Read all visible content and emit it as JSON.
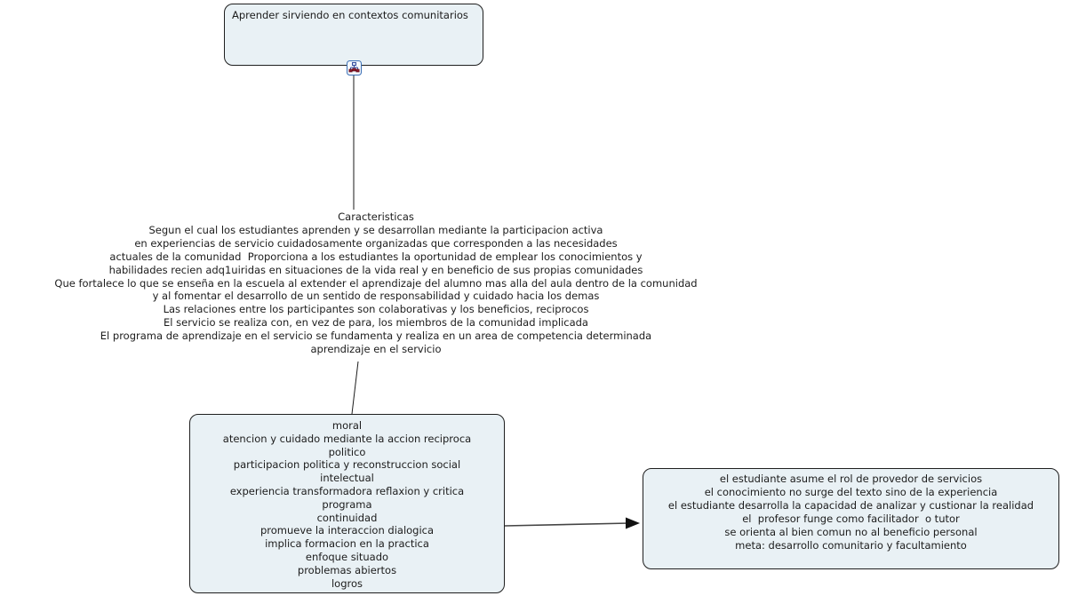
{
  "concept_map": {
    "root_concept": {
      "label": "Aprender sirviendo en contextos comunitarios"
    },
    "children_icon": {
      "name": "linked-cmap-icon"
    },
    "linking_phrase": {
      "lines": [
        "Caracteristicas",
        "Segun el cual los estudiantes aprenden y se desarrollan mediante la participacion activa",
        "en experiencias de servicio cuidadosamente organizadas que corresponden a las necesidades",
        "actuales de la comunidad  Proporciona a los estudiantes la oportunidad de emplear los conocimientos y",
        "habilidades recien adq1uiridas en situaciones de la vida real y en beneficio de sus propias comunidades",
        "Que fortalece lo que se enseña en la escuela al extender el aprendizaje del alumno mas alla del aula dentro de la comunidad",
        "y al fomentar el desarrollo de un sentido de responsabilidad y cuidado hacia los demas",
        "Las relaciones entre los participantes son colaborativas y los beneficios, reciprocos",
        "El servicio se realiza con, en vez de para, los miembros de la comunidad implicada",
        "El programa de aprendizaje en el servicio se fundamenta y realiza en un area de competencia determinada",
        "aprendizaje en el servicio"
      ]
    },
    "left_concept": {
      "lines": [
        "moral",
        "atencion y cuidado mediante la accion reciproca",
        "politico",
        "participacion politica y reconstruccion social",
        "intelectual",
        "experiencia transformadora reflaxion y critica",
        "programa",
        "continuidad",
        "promueve la interaccion dialogica",
        "implica formacion en la practica",
        "enfoque situado",
        "problemas abiertos",
        "logros"
      ]
    },
    "right_concept": {
      "lines": [
        "el estudiante asume el rol de provedor de servicios",
        "el conocimiento no surge del texto sino de la experiencia",
        "el estudiante desarrolla la capacidad de analizar y custionar la realidad",
        "el  profesor funge como facilitador  o tutor",
        "se orienta al bien comun no al beneficio personal",
        "meta: desarrollo comunitario y facultamiento"
      ]
    },
    "colors": {
      "concept_fill": "#e9f1f5",
      "concept_border": "#1f1f1f",
      "connector_line": "#333333",
      "arrowhead": "#111111",
      "icon_border": "#3b6fb5",
      "icon_node_red": "#8b1a2b",
      "icon_node_blue": "#334d9e",
      "background": "#ffffff"
    }
  }
}
